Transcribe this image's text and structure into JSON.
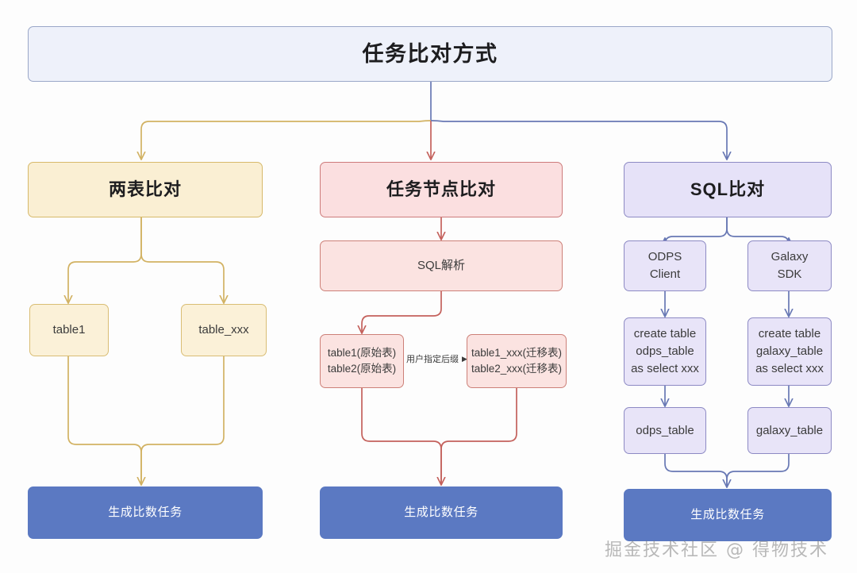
{
  "diagram": {
    "title": "任务比对方式",
    "colors": {
      "header_fill": "#eef1fa",
      "header_stroke": "#9aa7c8",
      "yellow_fill": "#faefd3",
      "yellow_stroke": "#d7b96a",
      "red_fill": "#fbe3e1",
      "red_stroke": "#cd8078",
      "purple_fill": "#e6e2f8",
      "purple_stroke": "#8d8ac4",
      "blue_fill": "#5b79c2",
      "blue_text": "#ffffff"
    },
    "header": {
      "label": "任务比对方式"
    },
    "branches": [
      {
        "key": "two_table",
        "head": "两表比对",
        "nodes": [
          {
            "key": "table1",
            "label": "table1"
          },
          {
            "key": "table_xxx",
            "label": "table_xxx"
          }
        ],
        "terminal": "生成比数任务"
      },
      {
        "key": "task_node",
        "head": "任务节点比对",
        "parse": "SQL解析",
        "annotation": "用户指定后缀",
        "nodes": [
          {
            "key": "origin_tables",
            "label": "table1(原始表)\ntable2(原始表)"
          },
          {
            "key": "migrated_tables",
            "label": "table1_xxx(迁移表)\ntable2_xxx(迁移表)"
          }
        ],
        "terminal": "生成比数任务"
      },
      {
        "key": "sql_compare",
        "head": "SQL比对",
        "nodes": [
          {
            "key": "odps_client",
            "label": "ODPS\nClient"
          },
          {
            "key": "galaxy_sdk",
            "label": "Galaxy\nSDK"
          },
          {
            "key": "create_odps",
            "label": "create table\nodps_table\nas select xxx"
          },
          {
            "key": "create_galaxy",
            "label": "create table\ngalaxy_table\nas select xxx"
          },
          {
            "key": "odps_table",
            "label": "odps_table"
          },
          {
            "key": "galaxy_table",
            "label": "galaxy_table"
          }
        ],
        "terminal": "生成比数任务"
      }
    ],
    "watermark": "掘金技术社区 @ 得物技术"
  }
}
